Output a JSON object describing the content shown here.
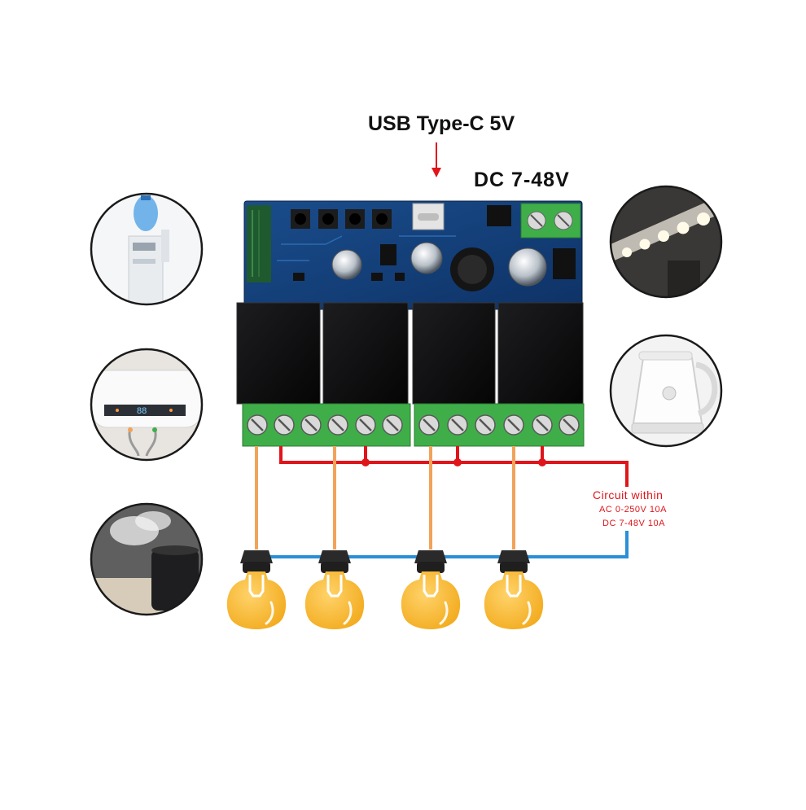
{
  "diagram": {
    "labels": {
      "usb_power": "USB Type-C 5V",
      "dc_power": "DC 7-48V",
      "circuit_title": "Circuit within",
      "circuit_ac": "AC 0-250V 10A",
      "circuit_dc": "DC 7-48V 10A"
    },
    "appliances_left": [
      "water-dispenser",
      "water-heater",
      "humidifier"
    ],
    "appliances_right": [
      "ceiling-lights",
      "electric-kettle"
    ],
    "relay_count": 4,
    "bulb_count": 4,
    "colors": {
      "live_wire": "#e0151b",
      "neutral_wire": "#2a8fd6",
      "load_wire": "#f2a35a",
      "bulb": "#f5b731",
      "terminal_block": "#3fae49",
      "pcb": "#123e7a",
      "relay": "#111111",
      "arrow": "#e0151b"
    }
  }
}
